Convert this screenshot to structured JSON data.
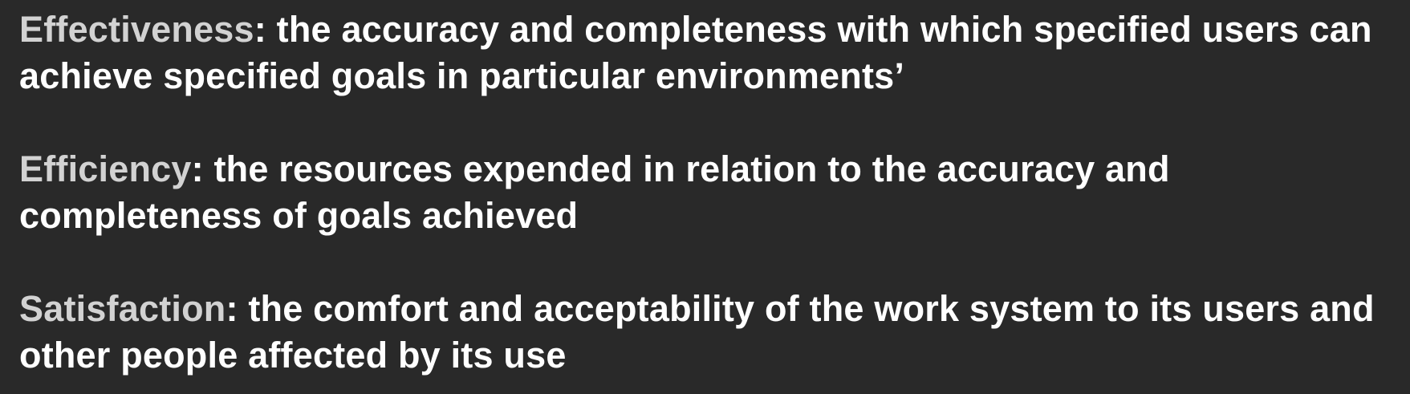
{
  "definitions": [
    {
      "term": "Effectiveness",
      "separator": ":",
      "text": " the accuracy and completeness with which specified users can achieve specified goals in particular environments’"
    },
    {
      "term": "Efficiency",
      "separator": ":",
      "text": " the resources expended in relation to the accuracy and completeness of goals achieved"
    },
    {
      "term": "Satisfaction",
      "separator": ":",
      "text": " the comfort and acceptability of the work system to its users and other people affected by its use"
    }
  ],
  "colors": {
    "background": "#292929",
    "term": "#d2d2d2",
    "body": "#ffffff"
  }
}
